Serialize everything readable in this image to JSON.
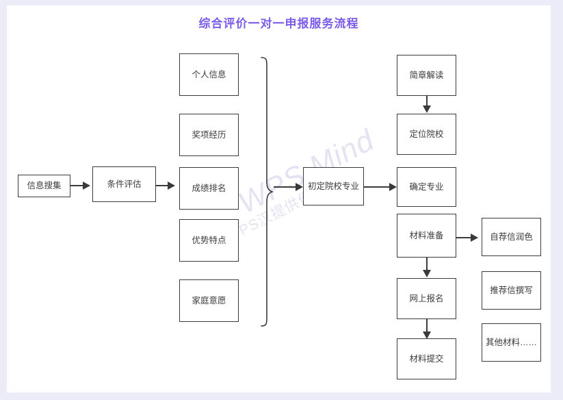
{
  "page": {
    "title": "综合评价一对一申报服务流程",
    "title_color": "#7b5ce8",
    "canvas_bg": "#ffffff",
    "outer_bg": "#ecebf8",
    "node_border_color": "#3a3a3a",
    "watermark_primary": "WPS Mind",
    "watermark_secondary": "WPS汉提供作图服"
  },
  "nodes": {
    "info_collection": "信息搜集",
    "condition_eval": "条件评估",
    "personal_info": "个人信息",
    "award_history": "奖项经历",
    "grade_rank": "成绩排名",
    "strength_traits": "优势特点",
    "family_wish": "家庭意愿",
    "prelim_school_major": "初定院校专业",
    "brochure_reading": "简章解读",
    "locate_school": "定位院校",
    "confirm_major": "确定专业",
    "material_prep": "材料准备",
    "online_apply": "网上报名",
    "material_submit": "材料提交",
    "self_rec_polish": "自荐信润色",
    "recommend_letter": "推荐信撰写",
    "other_materials": "其他材料……"
  },
  "connections": [
    {
      "from": "info_collection",
      "to": "condition_eval",
      "type": "arrow-right"
    },
    {
      "from": "condition_eval",
      "to": "grade_rank",
      "type": "arrow-right"
    },
    {
      "from": "brace",
      "to": "prelim_school_major",
      "type": "arrow-right"
    },
    {
      "from": "prelim_school_major",
      "to": "confirm_major",
      "type": "arrow-right"
    },
    {
      "from": "brochure_reading",
      "to": "locate_school",
      "type": "arrow-down"
    },
    {
      "from": "material_prep",
      "to": "self_rec_polish",
      "type": "arrow-right"
    },
    {
      "from": "material_prep",
      "to": "online_apply",
      "type": "arrow-down"
    },
    {
      "from": "online_apply",
      "to": "material_submit",
      "type": "arrow-down"
    }
  ],
  "brace": {
    "groups": [
      "个人信息",
      "奖项经历",
      "成绩排名",
      "优势特点",
      "家庭意愿"
    ],
    "orientation": "right-facing"
  }
}
